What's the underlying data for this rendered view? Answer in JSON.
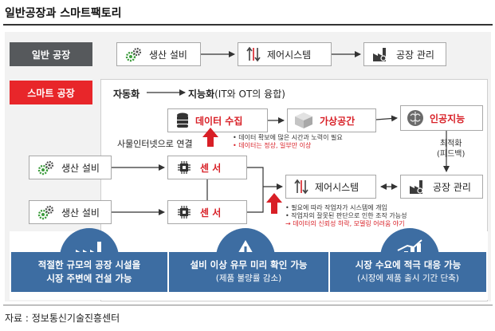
{
  "title": "일반공장과 스마트팩토리",
  "source": "자료 : 정보통신기술진흥센터",
  "general": {
    "label": "일반 공장",
    "flow": [
      "생산 설비",
      "제어시스템",
      "공장 관리"
    ]
  },
  "smart": {
    "label": "스마트 공장",
    "automation": "자동화",
    "intelligence": "지능화",
    "intelligence_paren": "(IT와 OT의 융합)",
    "data_collect": "데이터 수집",
    "virtual_space": "가상공간",
    "ai": "인공지능",
    "iot_link": "사물인터넷으로 연결",
    "note_data_1": "데이터 확보에 많은 시간과 노력이 필요",
    "note_data_2": "데이터는 정상, 일부만 이상",
    "optimize_1": "최적화",
    "optimize_2": "(피드백)",
    "equipment_1": "생산 설비",
    "equipment_2": "생산 설비",
    "sensor_1": "센 서",
    "sensor_2": "센 서",
    "control": "제어시스템",
    "management": "공장 관리",
    "note_ctrl_1": "필요에 따라 작업자가 시스템에 개입",
    "note_ctrl_2": "작업자의 잘못된 판단으로 인한 조작 가능성",
    "note_ctrl_3": "→ 데이터의 신뢰성 하락, 모델링 어려움 야기"
  },
  "benefits": [
    {
      "line1": "적절한 규모의 공장 시설을",
      "line2": "시장 주변에 건설 가능",
      "icon": "factory-icon"
    },
    {
      "line1": "설비 이상 유무 미리 확인 가능",
      "line2": "(제품 불량률 감소)",
      "icon": "warning-icon"
    },
    {
      "line1": "시장 수요에 적극 대응 가능",
      "line2": "(시장에 제품 출시 기간 단축)",
      "icon": "growth-chart-icon"
    }
  ],
  "colors": {
    "red": "#e8262a",
    "dark_gray": "#56595c",
    "blue": "#3d6da2",
    "green_gear": "#3a9b3a"
  }
}
